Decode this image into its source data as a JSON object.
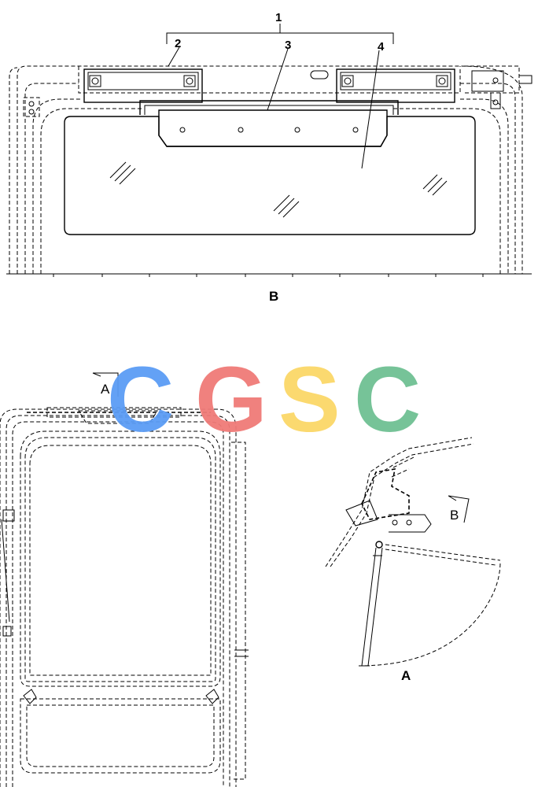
{
  "callouts": {
    "c1": "1",
    "c2": "2",
    "c3": "3",
    "c4": "4"
  },
  "section_labels": {
    "view_b": "B",
    "view_a": "A",
    "arrow_a": "A",
    "arrow_b": "B"
  },
  "watermark": {
    "letters": [
      "C",
      "G",
      "S",
      "C"
    ],
    "colors": [
      "#5b9cf5",
      "#f07b78",
      "#fbd768",
      "#6fc093"
    ]
  }
}
